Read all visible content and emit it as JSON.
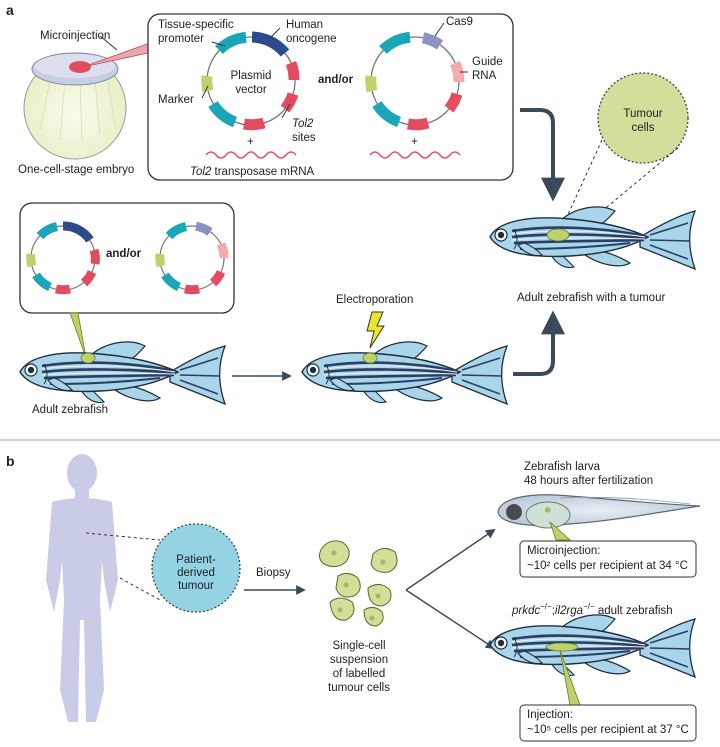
{
  "panel_a": {
    "letter": "a",
    "microinjection": "Microinjection",
    "one_cell_embryo": "One-cell-stage embryo",
    "tissue_specific": "Tissue-specific",
    "promoter": "promoter",
    "human": "Human",
    "oncogene": "oncogene",
    "plasmid": "Plasmid",
    "vector": "vector",
    "marker": "Marker",
    "tol2": "Tol2",
    "sites": "sites",
    "plus": "+",
    "tol2_transposase_italic": "Tol2",
    "tol2_transposase_rest": " transposase mRNA",
    "and_or": "and/or",
    "cas9": "Cas9",
    "guide": "Guide",
    "rna": "RNA",
    "tumour": "Tumour",
    "cells": "cells",
    "adult_zebrafish_tumour": "Adult zebrafish with a tumour",
    "and_or_2": "and/or",
    "electroporation": "Electroporation",
    "adult_zebrafish": "Adult zebrafish"
  },
  "panel_b": {
    "letter": "b",
    "patient": "Patient-",
    "derived": "derived",
    "tumour": "tumour",
    "biopsy": "Biopsy",
    "single_cell": "Single-cell",
    "suspension": "suspension",
    "of_labelled": "of labelled",
    "tumour_cells": "tumour cells",
    "zebrafish_larva": "Zebrafish larva",
    "hours_after": "48 hours after fertilization",
    "microinjection_title": "Microinjection:",
    "microinjection_detail": "~10² cells per recipient at 34 °C",
    "genotype_a": "prkdc",
    "genotype_a_sup": "−/−",
    "genotype_sep": ";",
    "genotype_b": "il2rga",
    "genotype_b_sup": "−/−",
    "genotype_rest": " adult zebrafish",
    "injection_title": "Injection:",
    "injection_detail": "~10⁵ cells per recipient at 37 °C"
  },
  "colors": {
    "teal": "#1aa5b8",
    "navy": "#2c4a8c",
    "lavender": "#8c93c4",
    "red": "#e34b5e",
    "pink": "#f3a9ae",
    "lime": "#bdd36a",
    "fish_blue": "#a9d5ea",
    "stripe": "#2a3f66",
    "cell_green": "#d5dd9a",
    "human": "#c8cce6",
    "arrow": "#3a4a5a"
  }
}
